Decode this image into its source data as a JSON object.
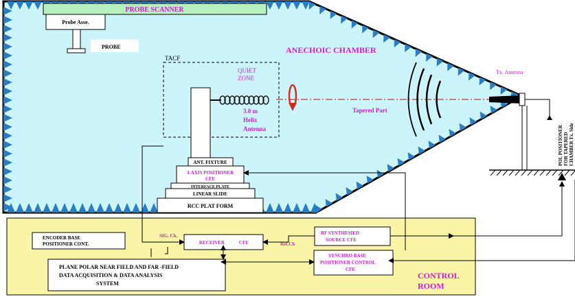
{
  "probe_scanner": "PROBE SCANNER",
  "probe_assembly": "Probe Asse.",
  "probe": "PROBE",
  "chamber_title": "ANECHOIC CHAMBER",
  "tacf": "TACF",
  "quiet_zone_line1": "QUIET",
  "quiet_zone_line2": "ZONE",
  "helix_line1": "3.0 m",
  "helix_line2": "Helix",
  "helix_line3": "Antenna",
  "tapered_part": "Tapered  Part",
  "tx_antenna": "Tx. Antenna",
  "ant_fixture": "ANT. FIXTURE",
  "three_axis_line1": "3-AXIS POSITIONER",
  "three_axis_line2": "CFE",
  "interface_plate": "INTERFACE  PLATE",
  "linear_slide": "LINEAR SLIDE",
  "rcc_platform": "RCC PLAT FORM",
  "pol_positioner_line1": "POL POSITIONER",
  "pol_positioner_line2": "FOR TAPERED",
  "pol_positioner_line3": "CHAMBER Tx. Side",
  "encoder_line1": "ENCODER BASE",
  "encoder_line2": "POSITIONER CONT.",
  "sig_ch": "SIG. Ch.",
  "receiver": "RECEIVER",
  "receiver_cfe": "CFE",
  "ref_ch": "Ref.Ch",
  "rf_line1": "RF SYNTHESIED",
  "rf_line2": "SOURCE   CFE",
  "synchro_line1": "SYNCHRO BASE",
  "synchro_line2": "POSITIONER CONTROL",
  "synchro_line3": "CFE",
  "data_line1": "PLANE POLAR NEAR FIELD AND FAR -FIELD",
  "data_line2": "DATA ACQUISITION &  DATA ANALYSIS",
  "data_line3": "SYSTEM",
  "control_line1": "CONTROL",
  "control_line2": "ROOM",
  "colors": {
    "chamber_fill": "#ccf5fb",
    "absorber": "#2a7cc4",
    "probe_scanner_fill": "#b7f0bf",
    "control_room_fill": "#f9f4a6",
    "magenta": "#d11ad3",
    "dashed_red": "#c0392b"
  }
}
